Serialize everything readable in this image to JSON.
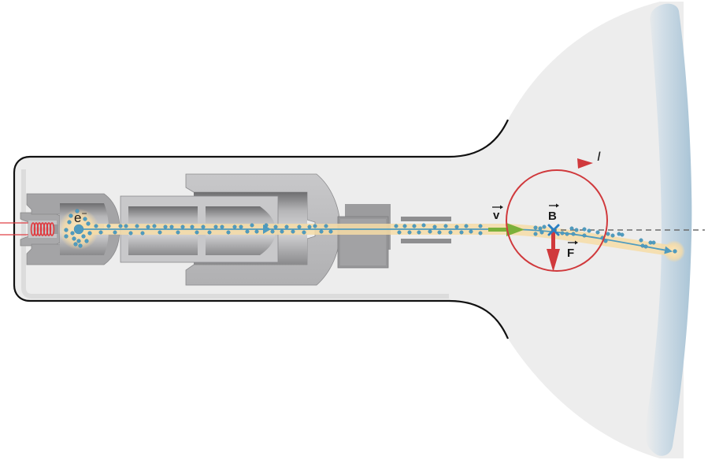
{
  "figure": {
    "title": "Cathode ray tube with electron beam deflected by a current loop",
    "labels": {
      "electron": "e",
      "electron_charge": "−",
      "velocity": "v",
      "magnetic_field": "B",
      "force": "F",
      "current": "I"
    },
    "colors": {
      "tube_fill": "#ededed",
      "tube_outline": "#111111",
      "screen": "#a9c4d6",
      "electrode_gray": "#9a9a9c",
      "electron_blue": "#4f9bbf",
      "beam_glow": "#f7dfae",
      "current_loop_red": "#d0393c",
      "velocity_green": "#7bb03a",
      "field_cross_blue": "#2a7fc2",
      "reference_dash": "#6b6b6b",
      "filament_red": "#e0393e"
    }
  }
}
